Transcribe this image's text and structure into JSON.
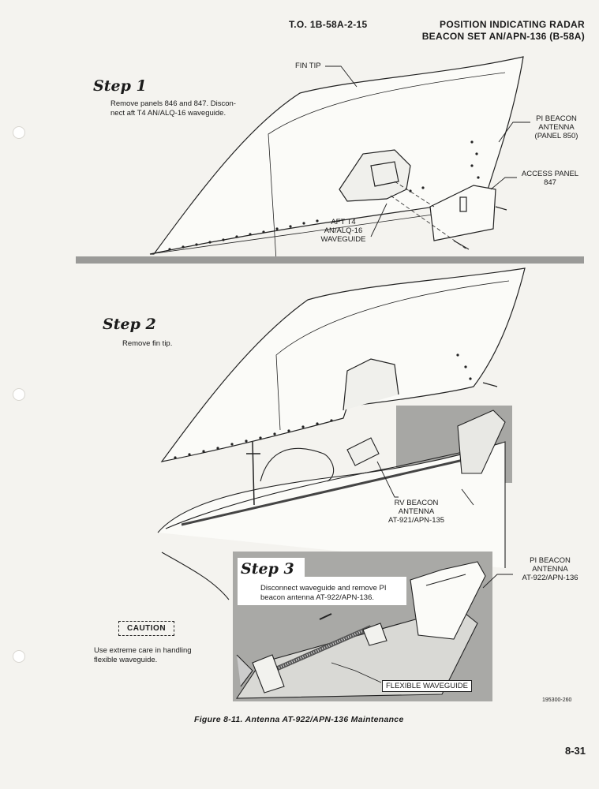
{
  "header": {
    "to_number": "T.O. 1B-58A-2-15",
    "title_line1": "POSITION INDICATING RADAR",
    "title_line2": "BEACON SET AN/APN-136 (B-58A)"
  },
  "step1": {
    "title": "Step 1",
    "text_line1": "Remove panels 846 and 847. Discon-",
    "text_line2": "nect aft T4 AN/ALQ-16 waveguide.",
    "labels": {
      "fin_tip": "FIN TIP",
      "pi_beacon_1": "PI BEACON",
      "pi_beacon_2": "ANTENNA",
      "pi_beacon_3": "(PANEL 850)",
      "access_1": "ACCESS PANEL",
      "access_2": "847",
      "aft_1": "AFT T4",
      "aft_2": "AN/ALQ-16",
      "aft_3": "WAVEGUIDE"
    }
  },
  "step2": {
    "title": "Step 2",
    "text": "Remove fin tip.",
    "labels": {
      "rv_1": "RV BEACON",
      "rv_2": "ANTENNA",
      "rv_3": "AT-921/APN-135"
    }
  },
  "step3": {
    "title": "Step 3",
    "text_line1": "Disconnect waveguide and remove PI",
    "text_line2": "beacon antenna AT-922/APN-136.",
    "labels": {
      "pi_1": "PI BEACON",
      "pi_2": "ANTENNA",
      "pi_3": "AT-922/APN-136",
      "flex": "FLEXIBLE WAVEGUIDE"
    }
  },
  "caution": {
    "label": "CAUTION",
    "text_line1": "Use extreme care in handling",
    "text_line2": "flexible waveguide."
  },
  "figure": {
    "id": "195300-260",
    "caption": "Figure 8-11. Antenna AT-922/APN-136 Maintenance"
  },
  "page_number": "8-31"
}
